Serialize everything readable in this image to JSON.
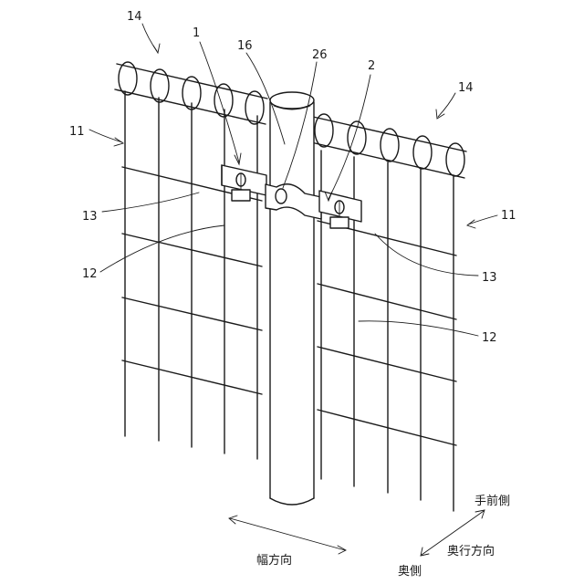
{
  "reference_numerals": {
    "top_rail_left": "14",
    "top_rail_right": "14",
    "bracket_left": "1",
    "bracket_right": "2",
    "post_cap": "16",
    "bracket_hole": "26",
    "panel_left": "11",
    "panel_right": "11",
    "horizontal_wire_left": "13",
    "horizontal_wire_right": "13",
    "vertical_wire_left": "12",
    "vertical_wire_right": "12"
  },
  "direction_labels": {
    "width_direction": "幅方向",
    "depth_direction": "奥行方向",
    "front_side": "手前側",
    "back_side": "奥側"
  }
}
